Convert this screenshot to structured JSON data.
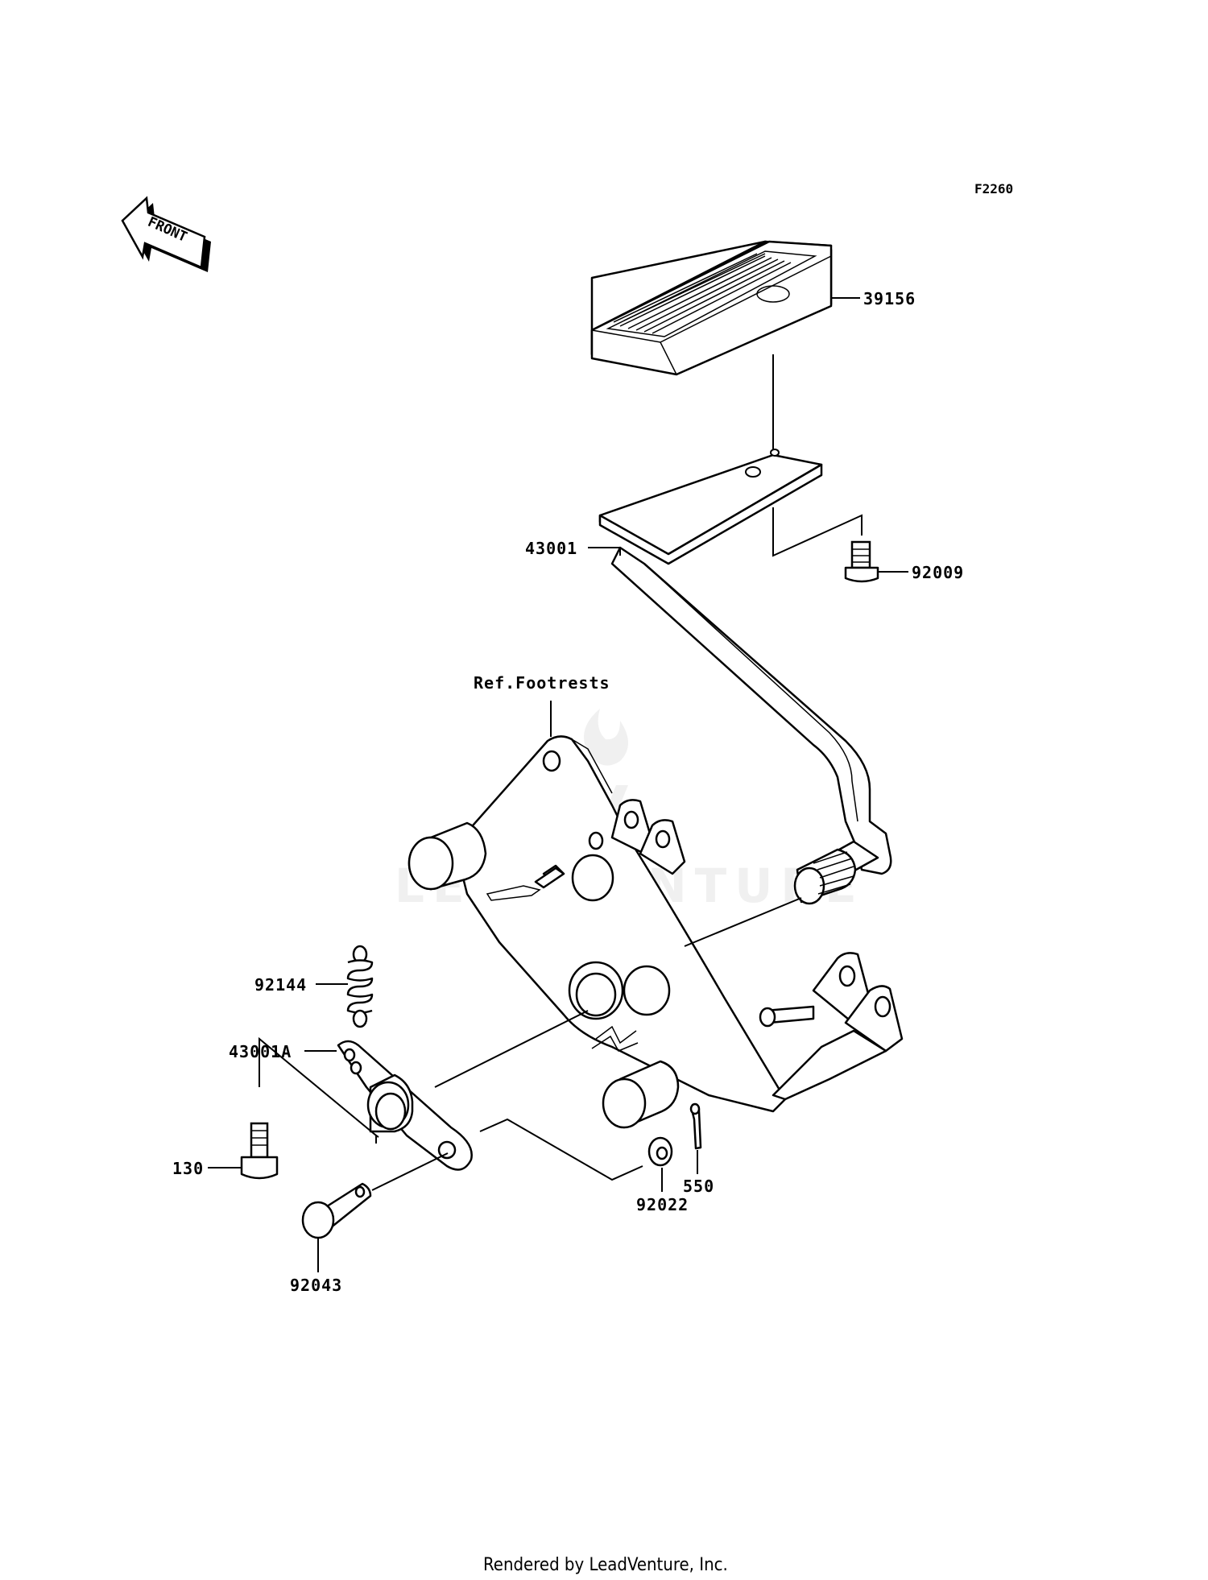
{
  "diagram_code": "F2260",
  "front_label": "FRONT",
  "watermark": "LEADVENTURE",
  "footer": "Rendered by LeadVenture, Inc.",
  "parts": {
    "p39156": "39156",
    "p92009": "92009",
    "p43001": "43001",
    "ref_footrests": "Ref.Footrests",
    "p92144": "92144",
    "p43001A": "43001A",
    "p130": "130",
    "p92043": "92043",
    "p92022": "92022",
    "p550": "550"
  }
}
